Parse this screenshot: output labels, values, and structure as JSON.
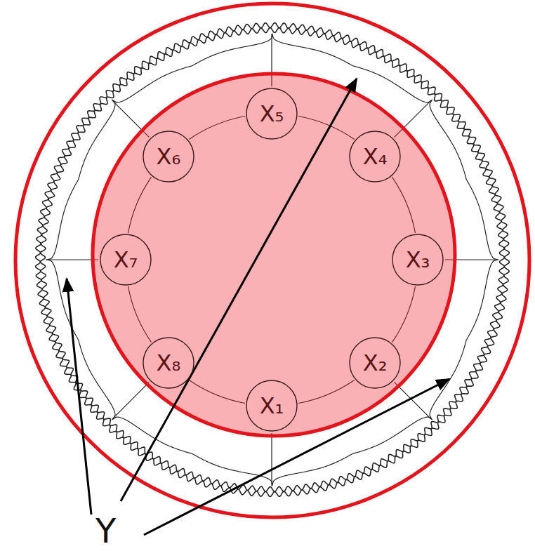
{
  "diagram": {
    "nodes": [
      {
        "text": [
          "X₁"
        ]
      },
      {
        "text": [
          "X₂"
        ]
      },
      {
        "text": [
          "X₃"
        ]
      },
      {
        "text": [
          "X₄"
        ]
      },
      {
        "text": [
          "X₅"
        ]
      },
      {
        "text": [
          "X₆"
        ]
      },
      {
        "text": [
          "X₇"
        ]
      },
      {
        "text": [
          "X₈"
        ]
      }
    ],
    "labels": [
      "Y"
    ]
  }
}
